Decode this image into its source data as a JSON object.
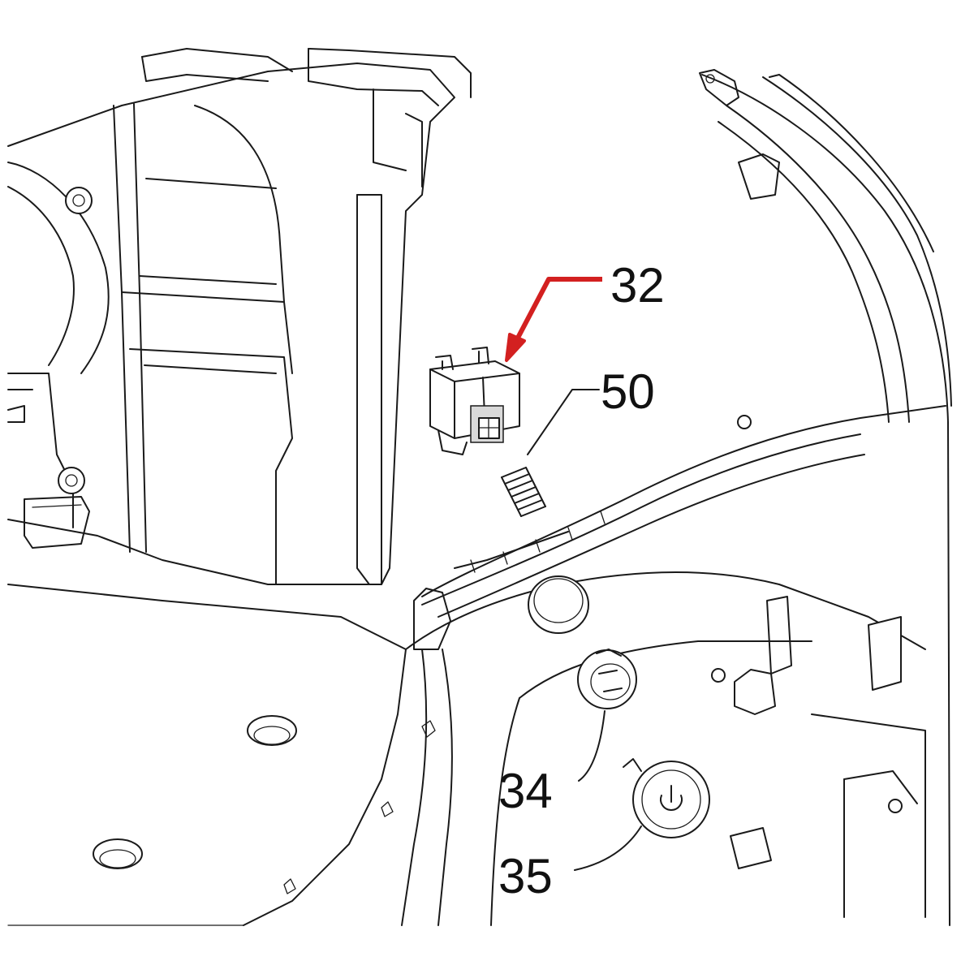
{
  "diagram": {
    "callouts": [
      {
        "id": "32",
        "label": "32",
        "part": "switch",
        "highlighted": true
      },
      {
        "id": "50",
        "label": "50",
        "part": "spring",
        "highlighted": false
      },
      {
        "id": "34",
        "label": "34",
        "part": "ring",
        "highlighted": false
      },
      {
        "id": "35",
        "label": "35",
        "part": "power-button",
        "highlighted": false
      }
    ],
    "colors": {
      "line": "#1a1a1a",
      "highlight_arrow": "#d32020",
      "background": "#ffffff"
    }
  }
}
